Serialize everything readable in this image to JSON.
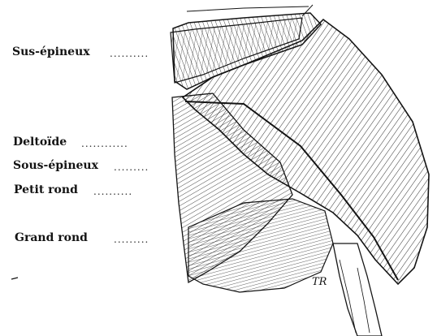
{
  "figure": {
    "labels": [
      {
        "id": "sus-epineux",
        "text": "Sus-épineux"
      },
      {
        "id": "deltoide",
        "text": "Deltoïde"
      },
      {
        "id": "sous-epineux",
        "text": "Sous-épineux"
      },
      {
        "id": "petit-rond",
        "text": "Petit rond"
      },
      {
        "id": "grand-rond",
        "text": "Grand rond"
      }
    ],
    "signature": "TR",
    "ink_color": "#141414",
    "paper_color": "#ffffff"
  }
}
